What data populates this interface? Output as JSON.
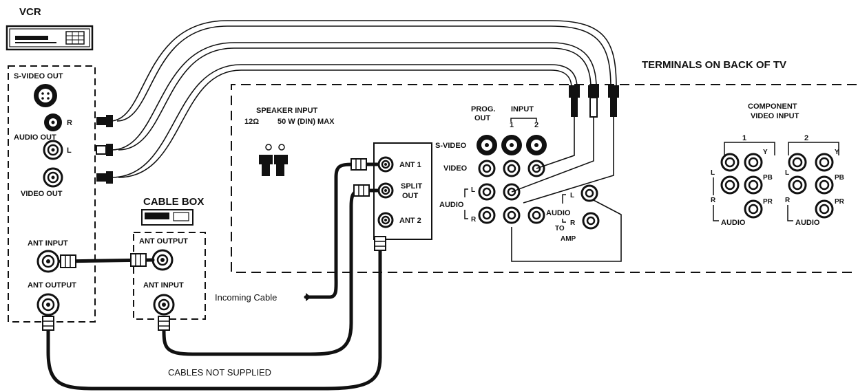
{
  "labels": {
    "vcr_title": "VCR",
    "tv_title": "TERMINALS ON BACK OF TV",
    "cable_box_title": "CABLE BOX",
    "vcr_svideo_out": "S-VIDEO OUT",
    "vcr_r": "R",
    "vcr_audio_out": "AUDIO OUT",
    "vcr_l": "L",
    "vcr_video_out": "VIDEO OUT",
    "vcr_ant_input": "ANT INPUT",
    "vcr_ant_output": "ANT OUTPUT",
    "box_ant_output": "ANT OUTPUT",
    "box_ant_input": "ANT INPUT",
    "speaker_input": "SPEAKER INPUT",
    "speaker_spec_ohm": "12Ω",
    "speaker_spec_power": "50 W (DIN) MAX",
    "ant1": "ANT 1",
    "split_out_1": "SPLIT",
    "split_out_2": "OUT",
    "ant2": "ANT 2",
    "prog_1": "PROG.",
    "prog_2": "OUT",
    "input": "INPUT",
    "input_1": "1",
    "input_2": "2",
    "svideo": "S-VIDEO",
    "video": "VIDEO",
    "audio": "AUDIO",
    "audio_l": "L",
    "audio_r": "R",
    "audio_to_amp": "AUDIO",
    "to": "TO",
    "amp": "AMP",
    "amp_l": "L",
    "amp_r": "R",
    "component_1": "COMPONENT",
    "component_2": "VIDEO INPUT",
    "comp_1": "1",
    "comp_2": "2",
    "comp_y": "Y",
    "comp_pb": "PB",
    "comp_pr": "PR",
    "comp_l": "L",
    "comp_r": "R",
    "comp_audio": "AUDIO",
    "incoming_cable": "Incoming Cable",
    "cables_not_supplied": "CABLES NOT SUPPLIED"
  }
}
